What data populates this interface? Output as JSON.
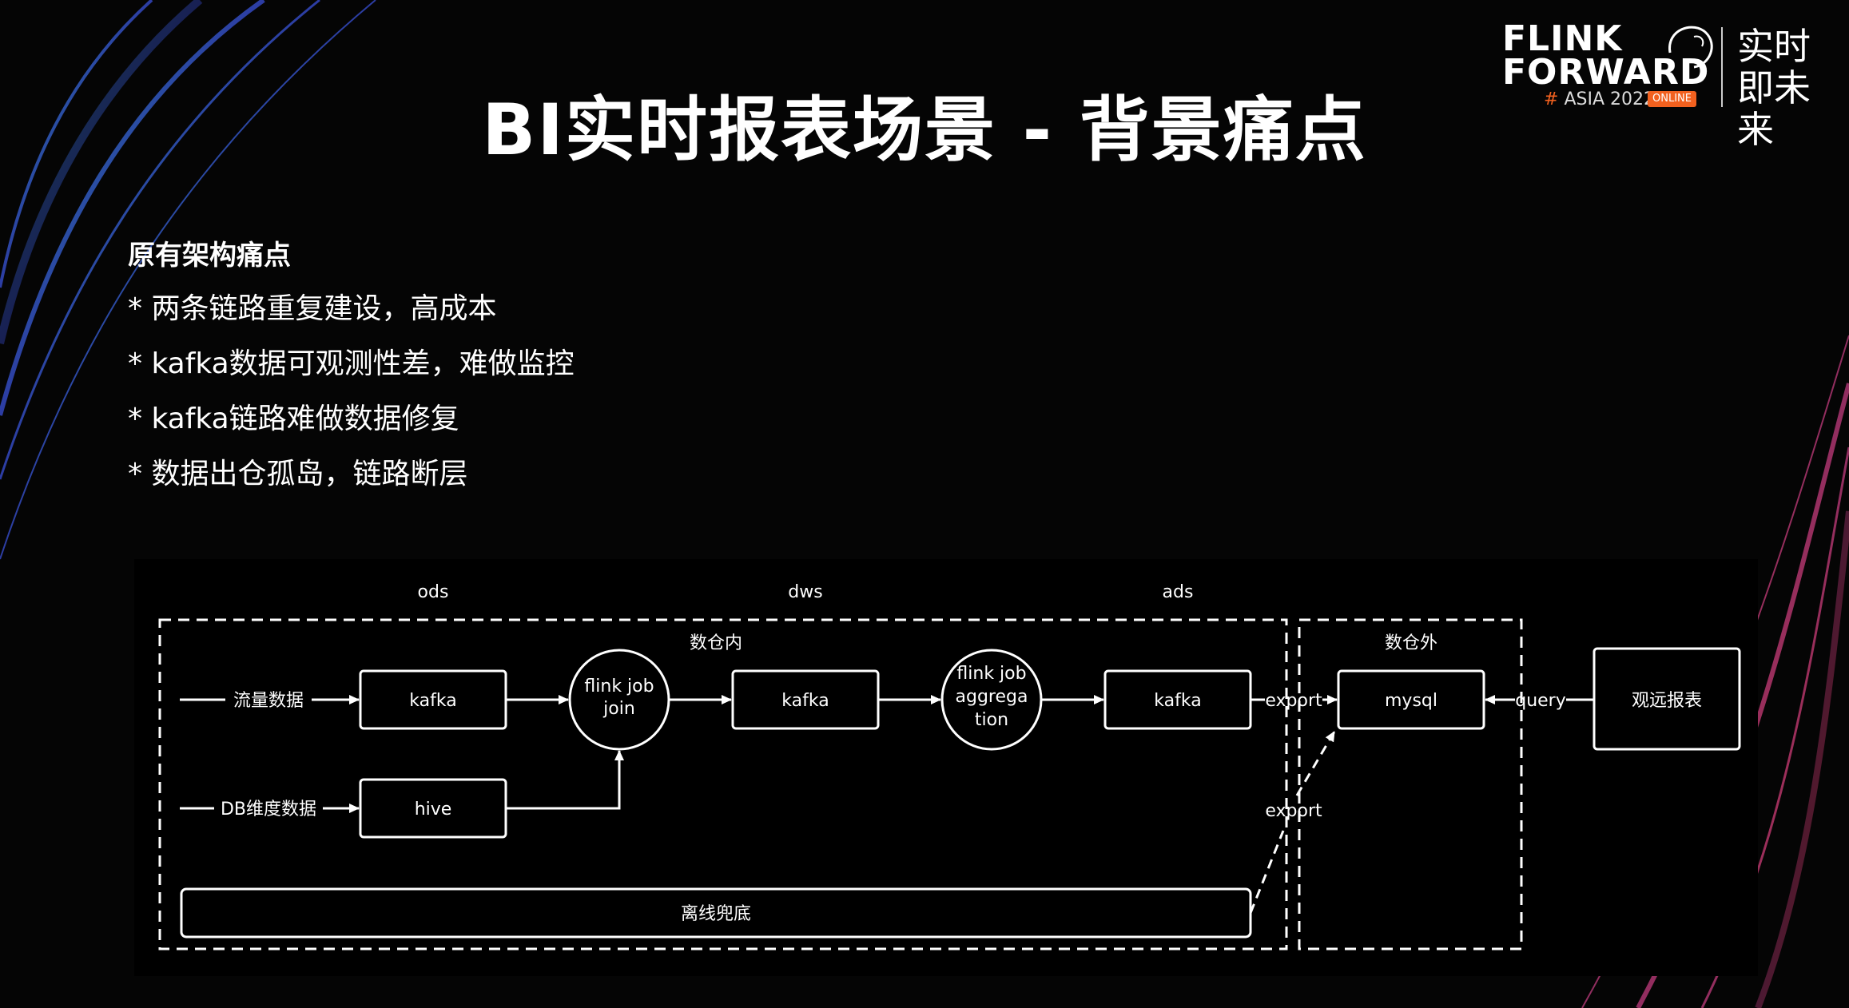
{
  "slide": {
    "title": "BI实时报表场景 - 背景痛点"
  },
  "logo": {
    "line1": "FLINK",
    "line2": "FORWARD",
    "hash": "#",
    "event": "ASIA 2022",
    "badge": "ONLINE",
    "slogan": "实时即未来",
    "accent_color": "#f2611f"
  },
  "content": {
    "heading": "原有架构痛点",
    "items": [
      "* 两条链路重复建设，高成本",
      "* kafka数据可观测性差，难做监控",
      "* kafka链路难做数据修复",
      "* 数据出仓孤岛，链路断层"
    ]
  },
  "diagram": {
    "layers": {
      "ods": "ods",
      "dws": "dws",
      "ads": "ads"
    },
    "regions": {
      "inside": "数仓内",
      "outside": "数仓外"
    },
    "sources": {
      "traffic": "流量数据",
      "db_dim": "DB维度数据"
    },
    "nodes": {
      "kafka_ods": "kafka",
      "hive": "hive",
      "join_job": [
        "flink job",
        "join"
      ],
      "kafka_dws": "kafka",
      "agg_job": [
        "flink job",
        "aggrega",
        "tion"
      ],
      "kafka_ads": "kafka",
      "mysql": "mysql",
      "report": "观远报表",
      "offline": "离线兜底"
    },
    "edges": {
      "export_realtime": "export",
      "export_offline": "export",
      "query": "query"
    }
  }
}
